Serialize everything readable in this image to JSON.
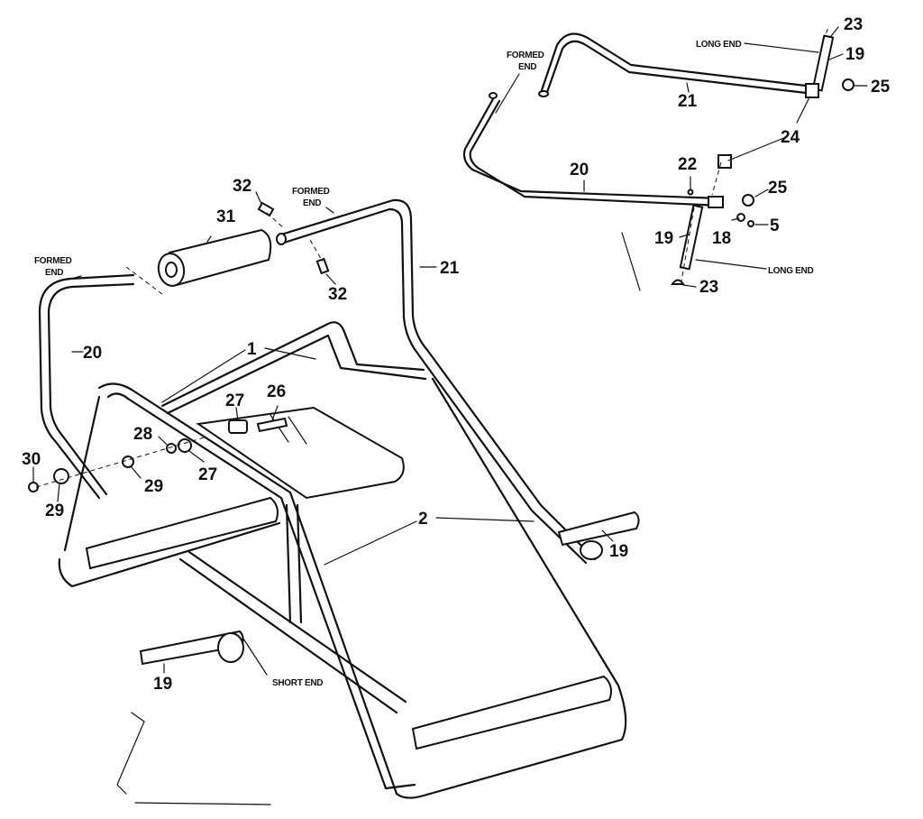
{
  "labels": {
    "formed_end": [
      "FORMED",
      "END"
    ],
    "long_end": "LONG END",
    "short_end": "SHORT END"
  },
  "callouts": {
    "c1": "1",
    "c2": "2",
    "c5": "5",
    "c18": "18",
    "c19": "19",
    "c20": "20",
    "c21": "21",
    "c22": "22",
    "c23": "23",
    "c24": "24",
    "c25": "25",
    "c26": "26",
    "c27": "27",
    "c28": "28",
    "c29": "29",
    "c30": "30",
    "c31": "31",
    "c32": "32"
  }
}
